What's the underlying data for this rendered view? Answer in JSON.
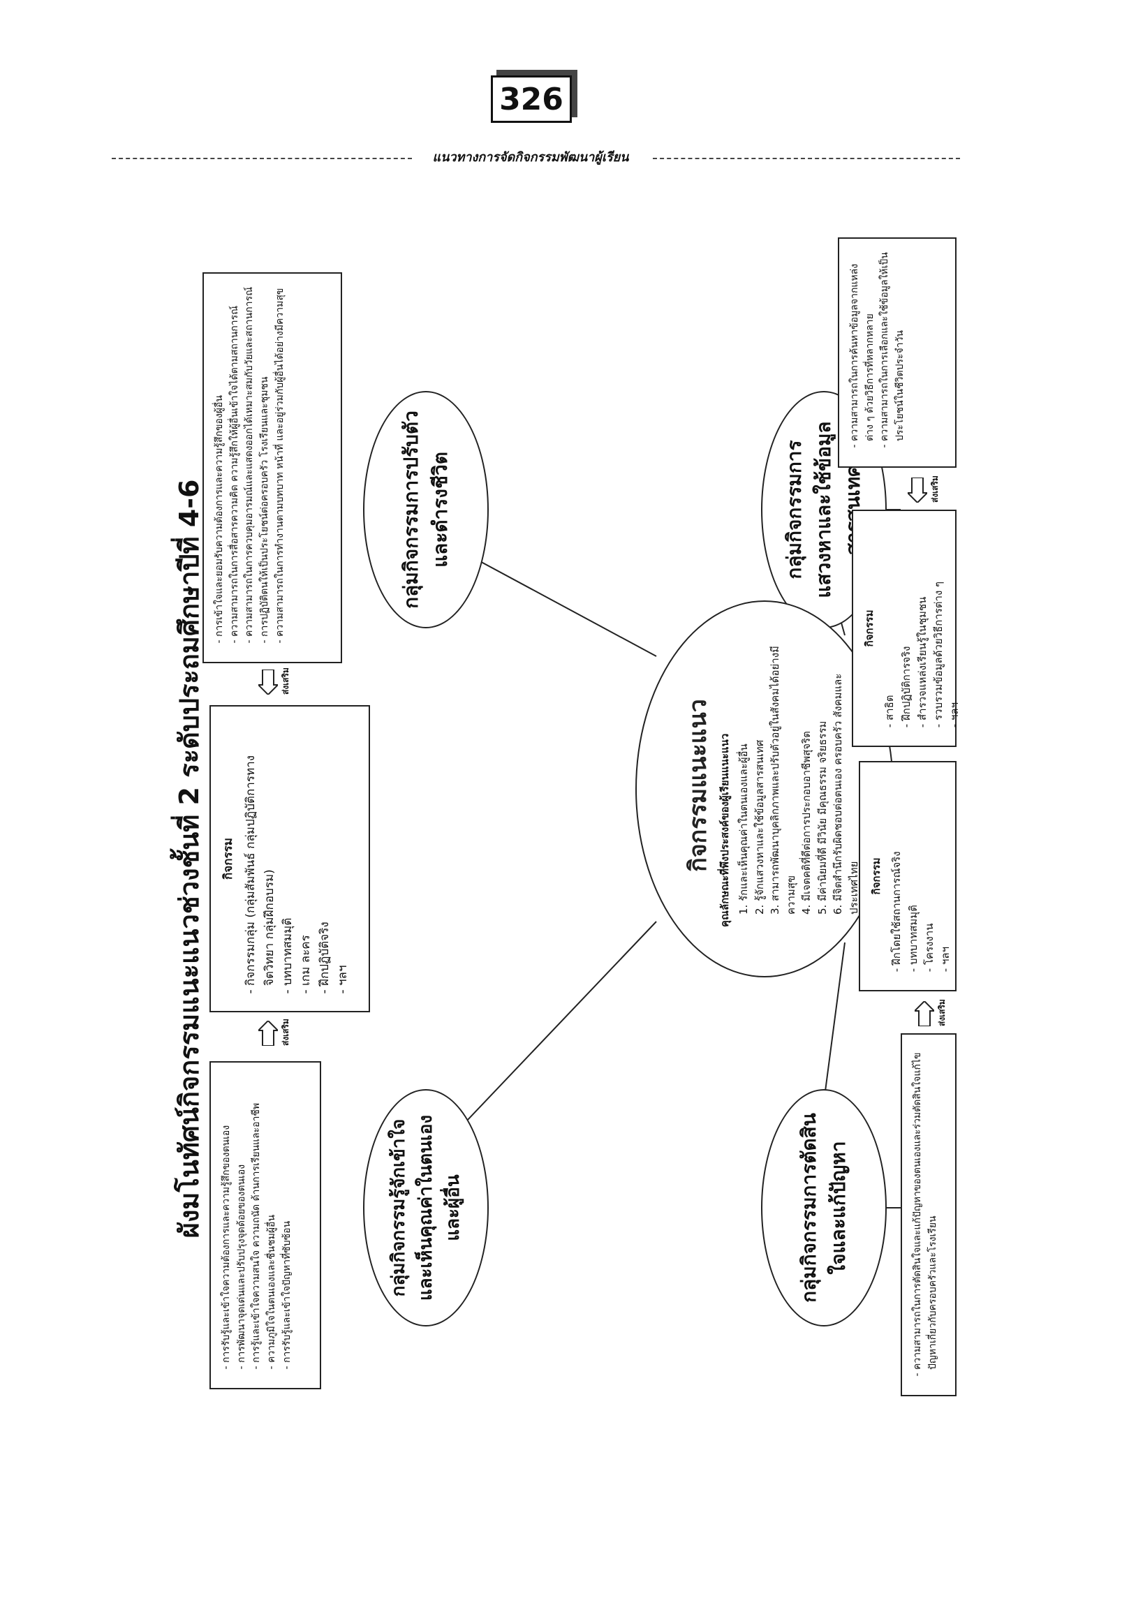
{
  "page_number": "326",
  "running_header": "แนวทางการจัดกิจกรรมพัฒนาผู้เรียน",
  "title": "ผังมโนทัศน์กิจกรรมแนะแนวช่วงชั้นที่ 2 ระดับประถมศึกษาปีที่ 4-6",
  "center": {
    "title": "กิจกรรมแนะแนว",
    "subtitle": "คุณลักษณะที่พึงประสงค์ของผู้เรียนแนะแนว",
    "items": [
      "1. รักและเห็นคุณค่าในตนเองและผู้อื่น",
      "2. รู้จักแสวงหาและใช้ข้อมูลสารสนเทศ",
      "3. สามารถพัฒนาบุคลิกภาพและปรับตัวอยู่ในสังคมได้อย่างมีความสุข",
      "4. มีเจตคติที่ดีต่อการประกอบอาชีพสุจริต",
      "5. มีค่านิยมที่ดี มีวินัย มีคุณธรรม จริยธรรม",
      "6. มีจิตสำนึกรับผิดชอบต่อตนเอง ครอบครัว สังคมและประเทศไทย"
    ]
  },
  "groups": {
    "self_esteem": "กลุ่มกิจกรรมรู้จักเข้าใจและเห็นคุณค่าในตนเองและผู้อื่น",
    "adjustment": "กลุ่มกิจกรรมการปรับตัวและดำรงชีวิต",
    "decision": "กลุ่มกิจกรรมการตัดสินใจและแก้ปัญหา",
    "information": "กลุ่มกิจกรรมการแสวงหาและใช้ข้อมูลสารสนเทศ"
  },
  "activity_heading": "กิจกรรม",
  "top_activities": {
    "items": [
      "กิจกรรมกลุ่ม (กลุ่มสัมพันธ์ กลุ่มปฏิบัติการทางจิตวิทยา กลุ่มฝึกอบรม)",
      "บทบาทสมมุติ",
      "เกม ละคร",
      "ฝึกปฏิบัติจริง",
      "ฯลฯ"
    ]
  },
  "self_esteem_objectives": [
    "การรับรู้และเข้าใจความต้องการและความรู้สึกของตนเอง",
    "การพัฒนาจุดเด่นและปรับปรุงจุดด้อยของตนเอง",
    "การรู้และเข้าใจความสนใจ ความถนัด ด้านการเรียนและอาชีพ",
    "ความภูมิใจในตนเองและชื่นชมผู้อื่น",
    "การรับรู้และเข้าใจปัญหาที่ซับซ้อน"
  ],
  "adjustment_objectives": [
    "การเข้าใจและยอมรับความต้องการและความรู้สึกของผู้อื่น",
    "ความสามารถในการสื่อสารความคิด ความรู้สึกให้ผู้อื่นเข้าใจได้ตามสถานการณ์",
    "ความสามารถในการควบคุมอารมณ์และแสดงออกได้เหมาะสมกับวัยและสถานการณ์",
    "การปฏิบัติตนให้เป็นประโยชน์ต่อครอบครัว โรงเรียนและชุมชน",
    "ความสามารถในการทำงานตามบทบาท หน้าที่ และอยู่ร่วมกับผู้อื่นได้อย่างมีความสุข"
  ],
  "decision_objectives": [
    "ความสามารถในการตัดสินใจและแก้ปัญหาของตนเองและร่วมตัดสินใจแก้ไขปัญหาเกี่ยวกับครอบครัวและโรงเรียน"
  ],
  "decision_activities": [
    "ฝึกโดยใช้สถานการณ์จริง",
    "บทบาทสมมุติ",
    "โครงงาน",
    "ฯลฯ"
  ],
  "info_activities": [
    "สาธิต",
    "ฝึกปฏิบัติการจริง",
    "สำรวจแหล่งเรียนรู้ในชุมชน",
    "รวบรวมข้อมูลด้วยวิธีการต่าง ๆ",
    "ฯลฯ"
  ],
  "info_objectives": [
    "ความสามารถในการค้นหาข้อมูลจากแหล่งต่าง ๆ ด้วยวิธีการที่หลากหลาย",
    "ความสามารถในการเลือกและใช้ข้อมูลให้เป็นประโยชน์ในชีวิตประจำวัน"
  ],
  "arrow_labels": {
    "left": "ส่งเสริม",
    "right": "ส่งเสริม",
    "bottom": "ส่งเสริม",
    "info": "ส่งเสริม"
  }
}
